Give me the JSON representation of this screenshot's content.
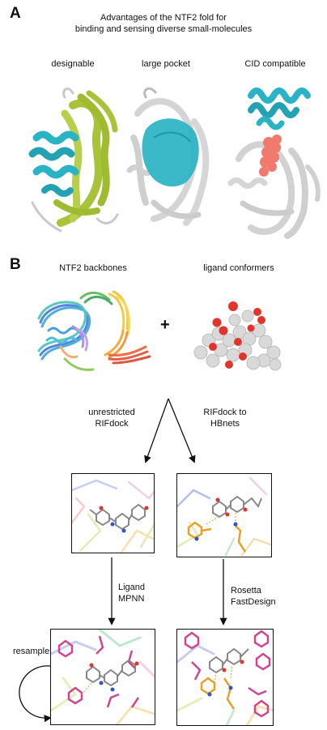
{
  "panel_a": {
    "letter": "A",
    "title_line1": "Advantages of the NTF2 fold for",
    "title_line2": "binding and sensing diverse small-molecules",
    "structures": [
      {
        "label": "designable"
      },
      {
        "label": "large pocket"
      },
      {
        "label": "CID compatible"
      }
    ]
  },
  "panel_b": {
    "letter": "B",
    "left_label": "NTF2 backbones",
    "right_label": "ligand conformers",
    "plus": "+",
    "dock_left_line1": "unrestricted",
    "dock_left_line2": "RIFdock",
    "dock_right_line1": "RIFdock to",
    "dock_right_line2": "HBnets",
    "design_left_line1": "Ligand",
    "design_left_line2": "MPNN",
    "design_right_line1": "Rosetta",
    "design_right_line2": "FastDesign",
    "resample": "resample"
  },
  "colors": {
    "cyan": "#2ab3c4",
    "lime": "#a8c23a",
    "grey": "#cfcfcf",
    "salmon": "#f07a6e",
    "red": "#e0342c",
    "blue": "#2f55d4",
    "orange": "#e8a126",
    "magenta": "#d2458e"
  }
}
